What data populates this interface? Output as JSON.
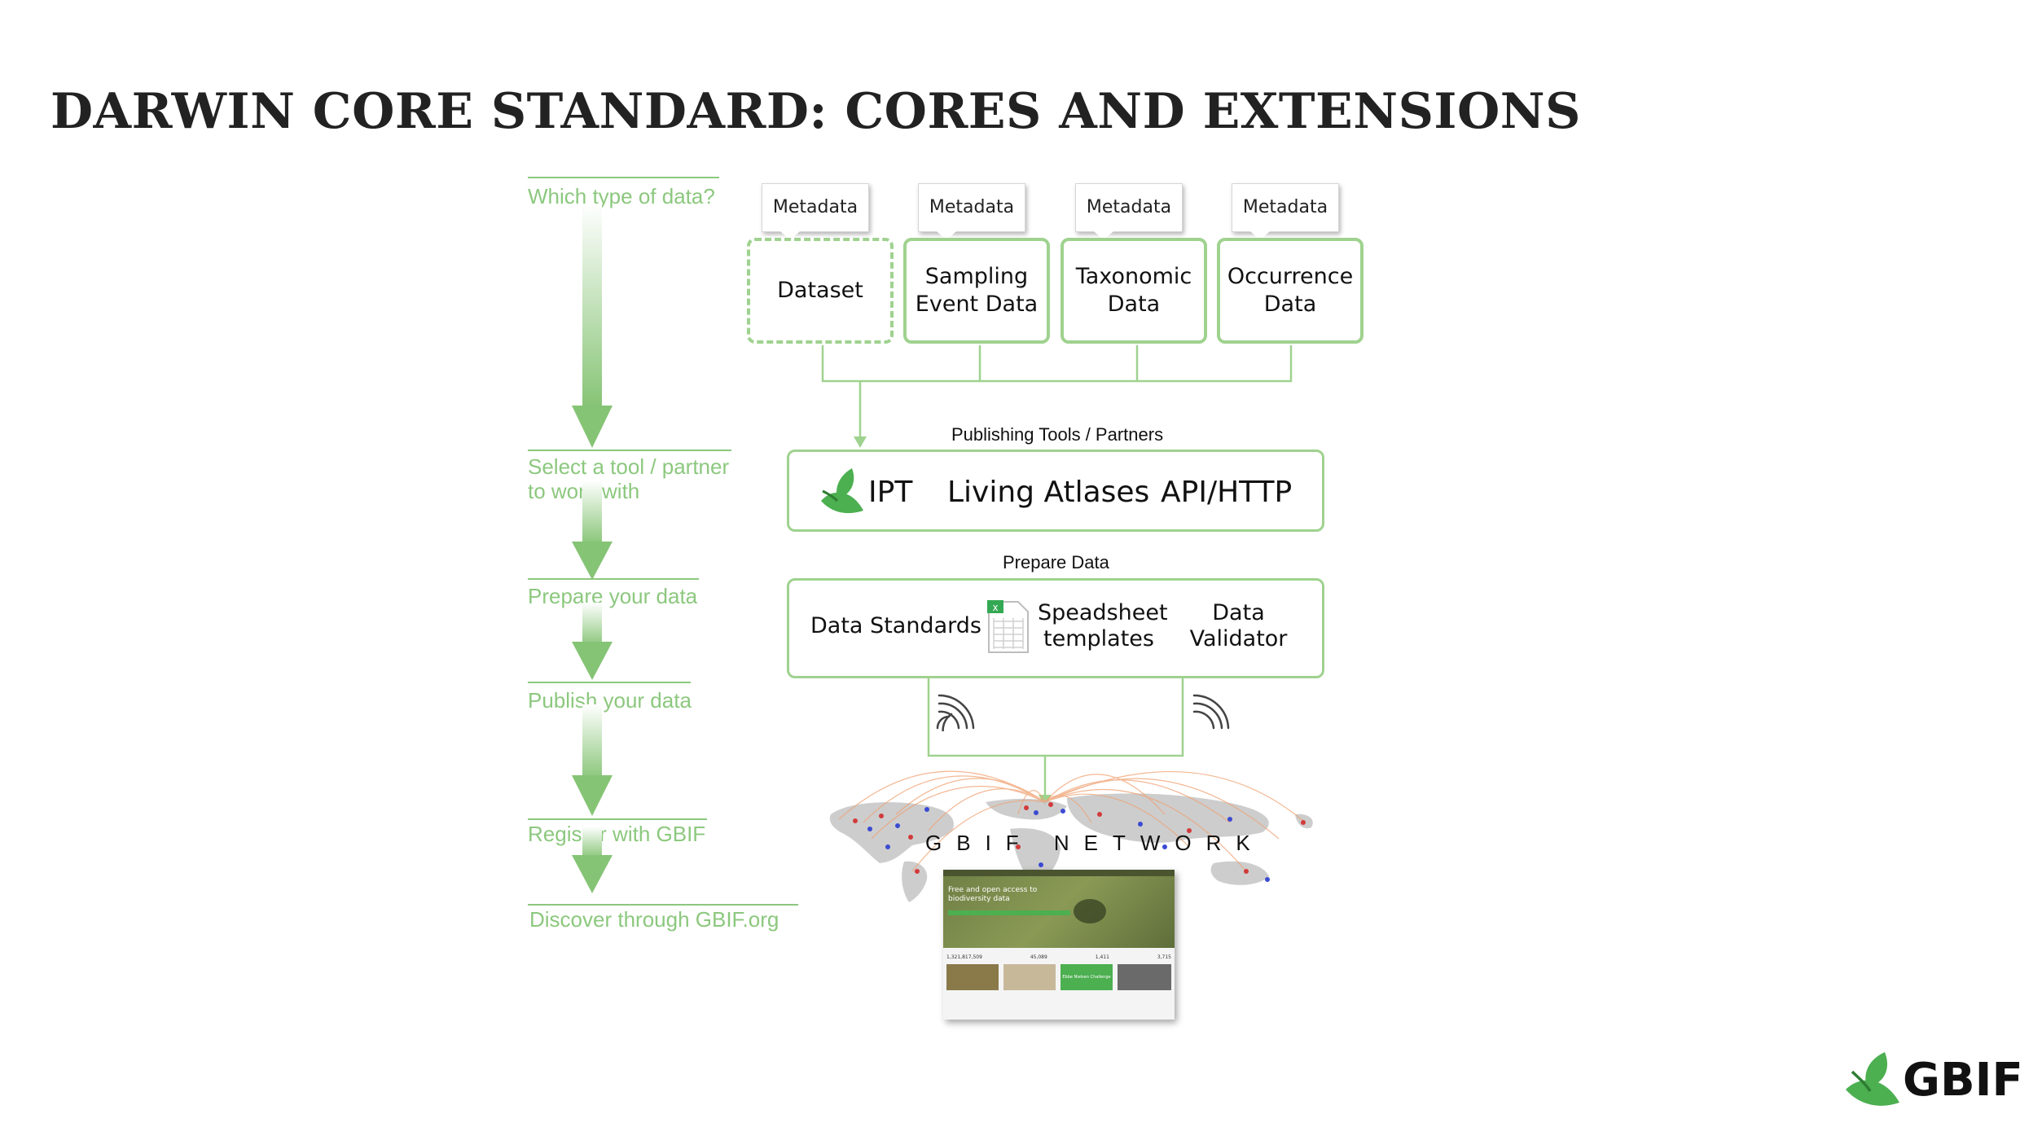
{
  "title": "DARWIN CORE STANDARD: CORES AND EXTENSIONS",
  "steps": [
    "Which type of data?",
    "Select a tool / partner",
    "to work with",
    "Prepare your data",
    "Publish your data",
    "Register with GBIF",
    "Discover through GBIF.org"
  ],
  "metadata_label": "Metadata",
  "data_types": {
    "dataset": "Dataset",
    "sampling_1": "Sampling",
    "sampling_2": "Event Data",
    "taxonomic_1": "Taxonomic",
    "taxonomic_2": "Data",
    "occurrence_1": "Occurrence",
    "occurrence_2": "Data"
  },
  "publishing": {
    "caption": "Publishing Tools / Partners",
    "ipt": "IPT",
    "living_atlases": "Living Atlases",
    "api": "API/HTTP"
  },
  "prepare": {
    "caption": "Prepare Data",
    "standards": "Data Standards",
    "spreadsheet_1": "Speadsheet",
    "spreadsheet_2": "templates",
    "validator_1": "Data",
    "validator_2": "Validator"
  },
  "network_label": "GBIF NETWORK",
  "portal": {
    "headline_1": "Free and open access to",
    "headline_2": "biodiversity data",
    "stats": [
      "1,321,817,509",
      "45,089",
      "1,411",
      "3,715"
    ],
    "challenge": "Ebbe Nielsen Challenge"
  },
  "logo_text": "GBIF",
  "colors": {
    "accent_green": "#8cc87e",
    "box_border": "#9fd28f",
    "logo_green": "#4caf50",
    "map_gray": "#c8c8c8",
    "arc_orange": "#f0a070"
  }
}
